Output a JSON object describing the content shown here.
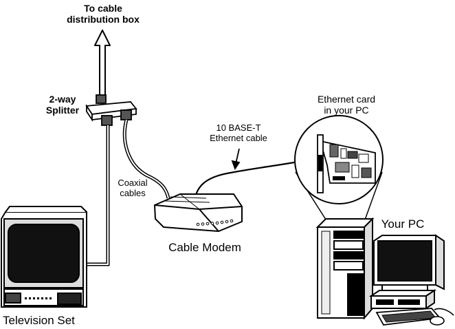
{
  "labels": {
    "destination": [
      "To cable",
      "distribution box"
    ],
    "splitter": [
      "2-way",
      "Splitter"
    ],
    "coaxial": [
      "Coaxial",
      "cables"
    ],
    "ethernet_cable": [
      "10 BASE-T",
      "Ethernet cable"
    ],
    "ethernet_card": [
      "Ethernet card",
      "in your PC"
    ],
    "modem": "Cable Modem",
    "tv": "Television Set",
    "pc": "Your PC"
  },
  "colors": {
    "ink": "#000000",
    "paper": "#ffffff",
    "screen": "#111111",
    "bezel": "#d9d9d9"
  }
}
